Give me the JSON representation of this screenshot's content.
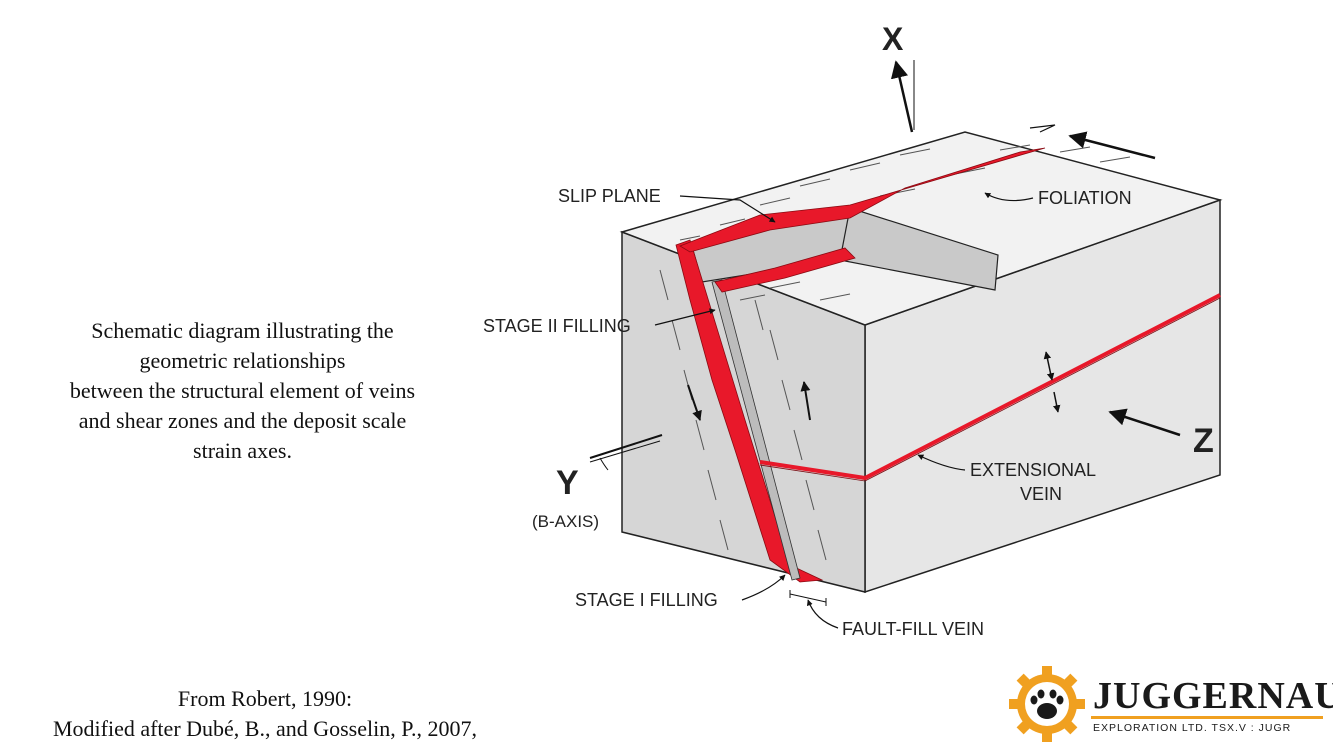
{
  "caption": {
    "lines": [
      "Schematic diagram illustrating the",
      "geometric relationships",
      "between the structural element of veins",
      "and shear zones and the deposit scale",
      "strain axes."
    ]
  },
  "source": {
    "line1": "From Robert, 1990:",
    "line2": "Modified after Dubé, B., and Gosselin, P., 2007,"
  },
  "diagram": {
    "axes": {
      "x": "X",
      "y": "Y",
      "z": "Z",
      "y_note": "(B-AXIS)"
    },
    "labels": {
      "slip_plane": "SLIP PLANE",
      "foliation": "FOLIATION",
      "stage_ii": "STAGE II FILLING",
      "stage_i": "STAGE I FILLING",
      "extensional_1": "EXTENSIONAL",
      "extensional_2": "VEIN",
      "fault_fill": "FAULT-FILL VEIN"
    },
    "colors": {
      "vein": "#e8182a",
      "block_front": "#d6d6d6",
      "block_side": "#e6e6e6",
      "block_top": "#f2f2f2"
    }
  },
  "logo": {
    "name": "JUGGERNAUT",
    "subtitle": "EXPLORATION LTD. TSX.V : JUGR",
    "icon": "bear-paw-gear-icon"
  }
}
